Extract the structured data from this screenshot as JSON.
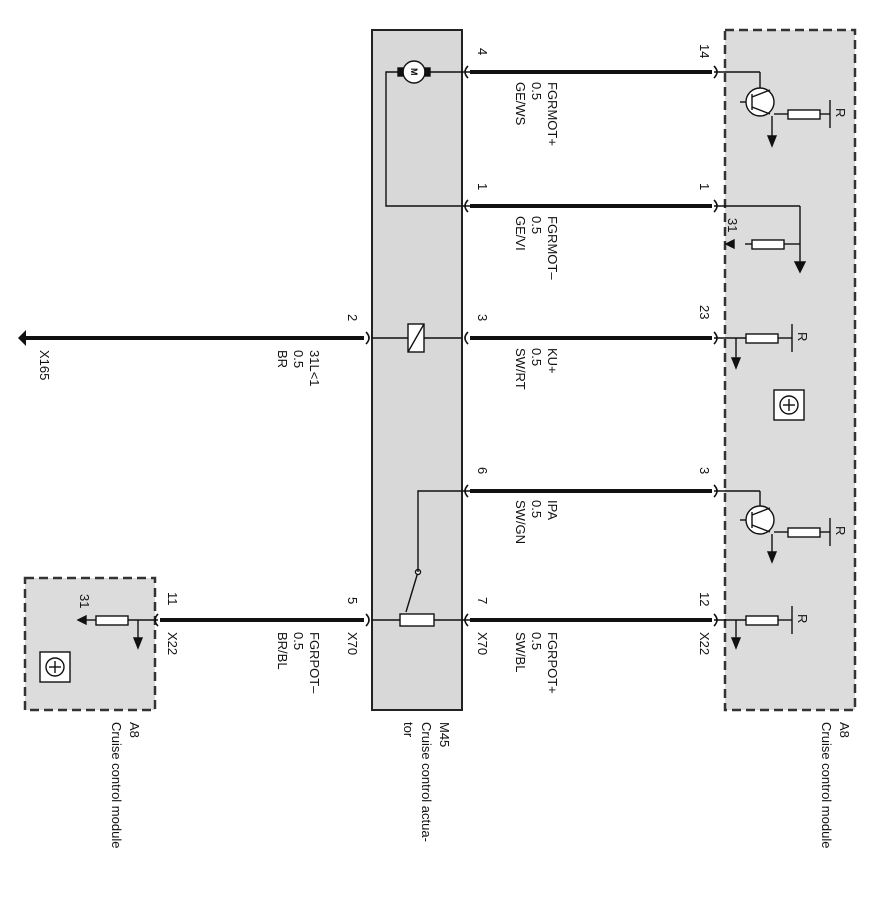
{
  "components": {
    "a8_right": {
      "id": "A8",
      "name": "Cruise control module"
    },
    "m45": {
      "id": "M45",
      "name_line1": "Cruise control actua-",
      "name_line2": "tor"
    },
    "a8_left": {
      "id": "A8",
      "name": "Cruise control module"
    }
  },
  "ground_x165": "X165",
  "wires": [
    {
      "key": "fgrmot_plus",
      "signal": "FGRMOT+",
      "gauge": "0.5",
      "color": "GE/WS",
      "actuator_pin": "4",
      "module_pin": "14"
    },
    {
      "key": "fgrmot_minus",
      "signal": "FGRMOT–",
      "gauge": "0.5",
      "color": "GE/VI",
      "actuator_pin": "1",
      "module_pin": "1"
    },
    {
      "key": "ku_plus",
      "signal": "KU+",
      "gauge": "0.5",
      "color": "SW/RT",
      "actuator_pin": "3",
      "module_pin": "23"
    },
    {
      "key": "ipa",
      "signal": "IPA",
      "gauge": "0.5",
      "color": "SW/GN",
      "actuator_pin": "6",
      "module_pin": "3"
    },
    {
      "key": "fgrpot_plus",
      "signal": "FGRPOT+",
      "gauge": "0.5",
      "color": "SW/BL",
      "actuator_pin": "7",
      "module_pin": "12",
      "actuator_connector": "X70",
      "module_connector": "X22"
    }
  ],
  "left_wires": [
    {
      "key": "ground_31l",
      "signal": "31L<1",
      "gauge": "0.5",
      "color": "BR",
      "actuator_pin": "2"
    },
    {
      "key": "fgrpot_minus",
      "signal": "FGRPOT–",
      "gauge": "0.5",
      "color": "BR/BL",
      "actuator_pin": "5",
      "module_pin": "11",
      "actuator_connector": "X70",
      "module_connector": "X22"
    }
  ],
  "marks": {
    "resistor_label": "R",
    "ground_31": "31",
    "motor": "M"
  },
  "colors": {
    "module_fill": "#dcdcdc",
    "line": "#111111"
  }
}
